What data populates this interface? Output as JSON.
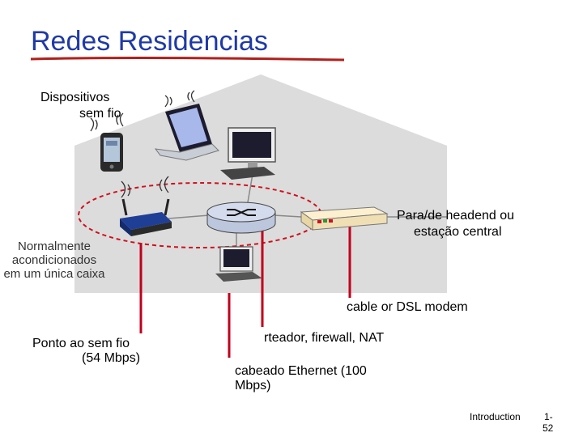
{
  "slide": {
    "title": "Redes Residencias",
    "labels": {
      "wireless_devices_line1": "Dispositivos",
      "wireless_devices_line2": "sem fio",
      "headend_line1": "Para/de headend ou",
      "headend_line2": "estação central",
      "combined_line1": "Normalmente",
      "combined_line2": "acondicionados",
      "combined_line3": "em um única caixa",
      "modem": "cable or DSL modem",
      "access_point_line1": "Ponto  ao sem fio",
      "access_point_line2": "(54 Mbps)",
      "router": "rteador, firewall, NAT",
      "ethernet_line1": "cabeado Ethernet (100",
      "ethernet_line2": "Mbps)"
    },
    "footer": {
      "section": "Introduction",
      "page_line1": "1-",
      "page_line2": "52"
    }
  },
  "colors": {
    "title": "#1f3aa6",
    "underline": "#b0201c",
    "house": "#dcdcdc",
    "pointer_lines": "#c0001c",
    "dashed_ellipse": "#d0101c"
  },
  "icons": [
    "house-shape",
    "phone-icon",
    "laptop-icon",
    "desktop-icon",
    "wireless-router-icon",
    "router-icon",
    "modem-icon",
    "wireless-waves-icon"
  ]
}
